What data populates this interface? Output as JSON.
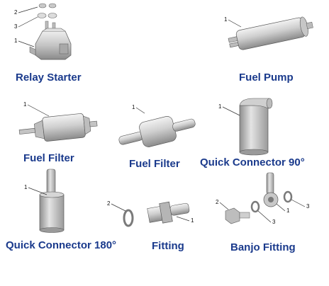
{
  "colors": {
    "caption": "#1a3a8c",
    "part_light": "#d9d9d9",
    "part_mid": "#b8b8b8",
    "part_dark": "#8e8e8e",
    "outline": "#5a5a5a"
  },
  "parts": {
    "relay_starter": {
      "caption": "Relay Starter",
      "callouts": [
        "1",
        "2",
        "3"
      ]
    },
    "fuel_pump": {
      "caption": "Fuel Pump",
      "callouts": [
        "1"
      ]
    },
    "fuel_filter_1": {
      "caption": "Fuel Filter",
      "callouts": [
        "1"
      ]
    },
    "fuel_filter_2": {
      "caption": "Fuel Filter",
      "callouts": [
        "1"
      ]
    },
    "quick_connector_90": {
      "caption": "Quick Connector 90°",
      "callouts": [
        "1"
      ]
    },
    "quick_connector_180": {
      "caption": "Quick Connector 180°",
      "callouts": [
        "1"
      ]
    },
    "fitting": {
      "caption": "Fitting",
      "callouts": [
        "1",
        "2"
      ]
    },
    "banjo_fitting": {
      "caption": "Banjo Fitting",
      "callouts": [
        "1",
        "2",
        "3",
        "3"
      ]
    }
  }
}
